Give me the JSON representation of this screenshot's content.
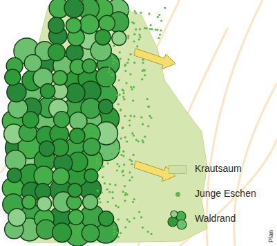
{
  "diagram": {
    "labels": [
      "Plan"
    ],
    "legend": [
      {
        "text": "Krautsaum",
        "color": "#cfe0a8"
      },
      {
        "text": "Junge Eschen",
        "color": "#5fb84a"
      },
      {
        "text": "Waldrand"
      }
    ]
  }
}
